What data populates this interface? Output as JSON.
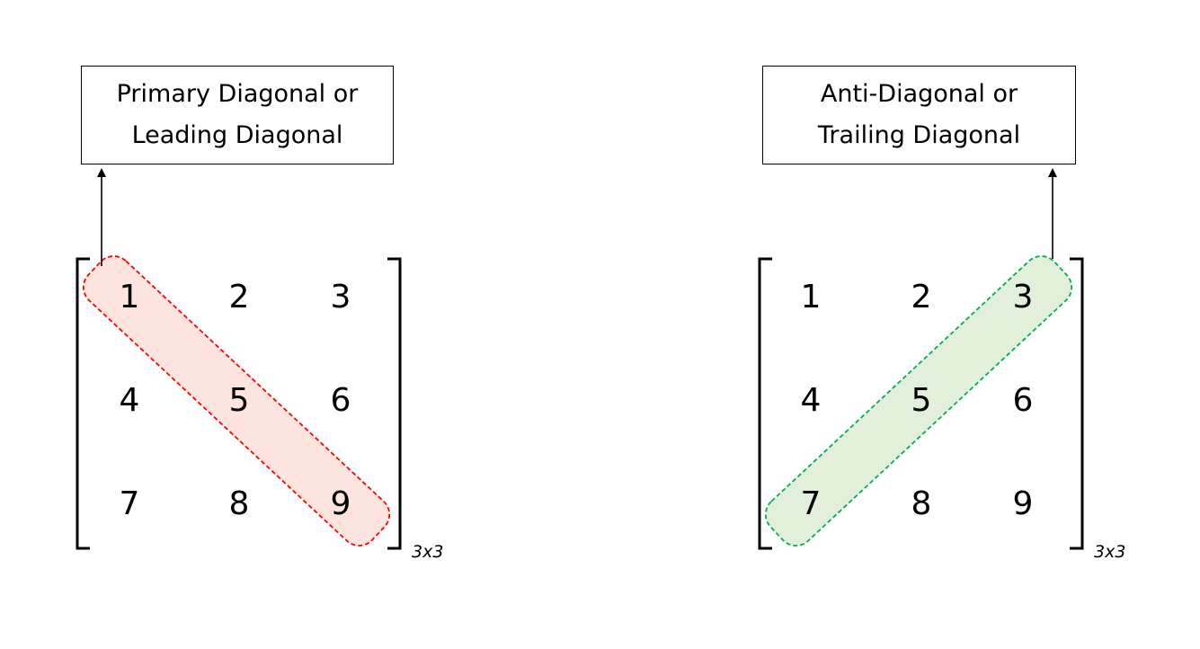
{
  "left": {
    "label_lines": [
      "Primary Diagonal or",
      "Leading Diagonal"
    ],
    "cells": [
      "1",
      "2",
      "3",
      "4",
      "5",
      "6",
      "7",
      "8",
      "9"
    ],
    "dimension": "3x3",
    "highlight_color": "#ff0000",
    "highlight_fill": "#fde4de"
  },
  "right": {
    "label_lines": [
      "Anti-Diagonal or",
      "Trailing Diagonal"
    ],
    "cells": [
      "1",
      "2",
      "3",
      "4",
      "5",
      "6",
      "7",
      "8",
      "9"
    ],
    "dimension": "3x3",
    "highlight_color": "#00b050",
    "highlight_fill": "#e2efda"
  }
}
